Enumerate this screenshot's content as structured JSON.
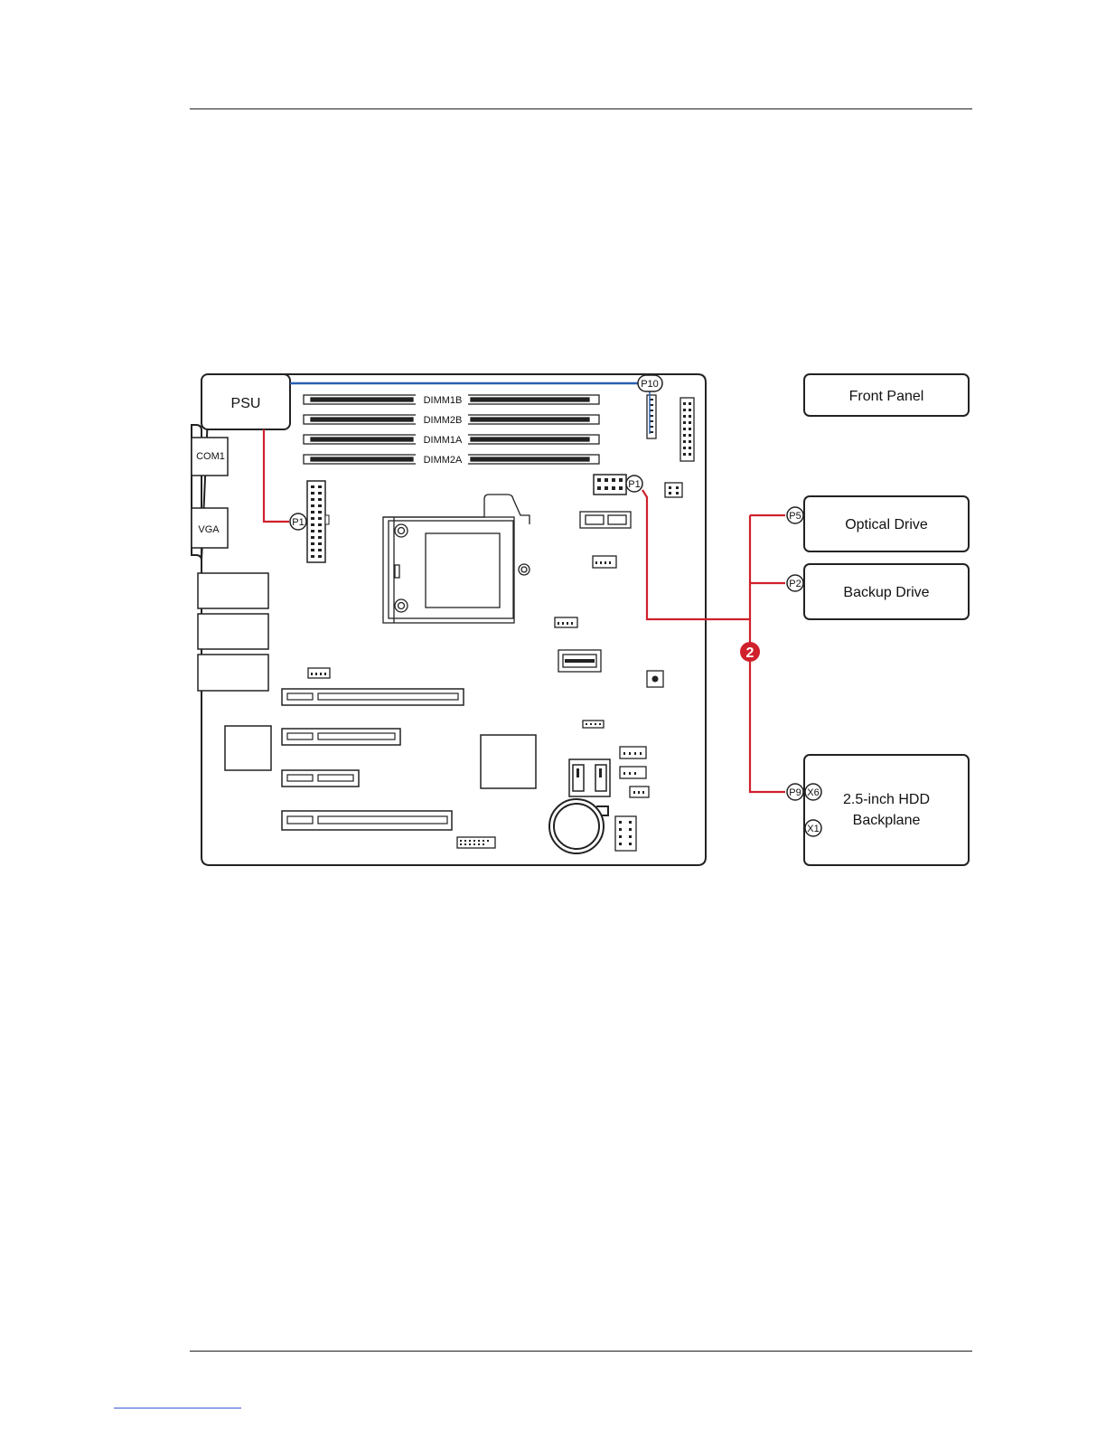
{
  "diagram": {
    "psu_label": "PSU",
    "ports": {
      "com": "COM1",
      "vga": "VGA"
    },
    "dimms": [
      "DIMM1B",
      "DIMM2B",
      "DIMM1A",
      "DIMM2A"
    ],
    "board_connectors": {
      "p1_atx": "P1",
      "p1_aux": "P1",
      "p10": "P10"
    },
    "devices": {
      "front_panel": "Front Panel",
      "optical": {
        "label": "Optical Drive",
        "connector": "P5"
      },
      "backup": {
        "label": "Backup Drive",
        "connector": "P2"
      },
      "hdd": {
        "line1": "2.5-inch HDD",
        "line2": "Backplane",
        "connectors": [
          "P9",
          "X6",
          "X1"
        ]
      }
    },
    "cable_callout": "2",
    "colors": {
      "red_cable": "#d0202c",
      "blue_cable": "#2b5fb0",
      "outline": "#222222"
    }
  }
}
